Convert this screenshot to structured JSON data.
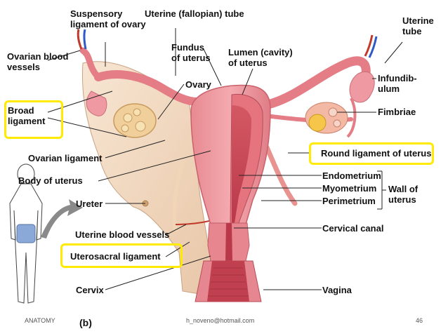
{
  "labels": {
    "suspensory_ligament": "Suspensory\nligament of ovary",
    "uterine_tube_top": "Uterine (fallopian) tube",
    "uterine_tube_right": "Uterine\ntube",
    "ovarian_blood_vessels": "Ovarian blood\nvessels",
    "fundus": "Fundus\nof uterus",
    "lumen": "Lumen (cavity)\nof uterus",
    "ovary": "Ovary",
    "infundibulum": "Infundib-\nulum",
    "broad_ligament": "Broad\nligament",
    "fimbriae": "Fimbriae",
    "ovarian_ligament": "Ovarian ligament",
    "round_ligament": "Round ligament of uterus",
    "body_of_uterus": "Body of uterus",
    "endometrium": "Endometrium",
    "myometrium": "Myometrium",
    "perimetrium": "Perimetrium",
    "wall_of_uterus": "Wall of\nuterus",
    "ureter": "Ureter",
    "uterine_blood_vessels": "Uterine blood vessels",
    "cervical_canal": "Cervical canal",
    "uterosacral_ligament": "Uterosacral ligament",
    "cervix": "Cervix",
    "vagina": "Vagina",
    "panel": "(b)"
  },
  "footer": {
    "left": "ANATOMY",
    "email": "h_noveno@hotmail.com",
    "page": "46"
  },
  "colors": {
    "highlight": "#ffea00",
    "tissue": "#f2a3a8",
    "tissue_dark": "#d9686f",
    "ligament": "#f3dcc6",
    "leader": "#222222"
  }
}
